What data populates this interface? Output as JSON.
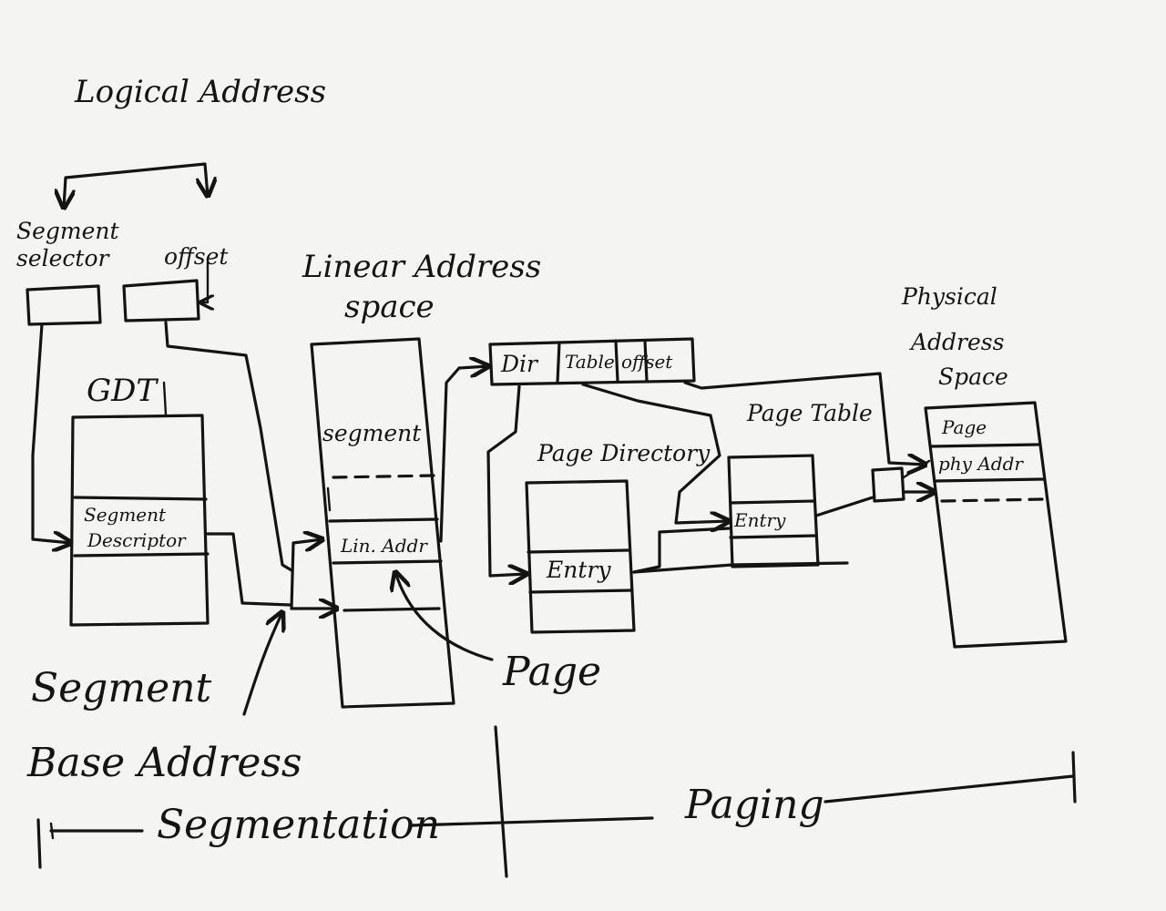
{
  "labels": {
    "logical_address": "Logical Address",
    "segment_selector_1": "Segment",
    "segment_selector_2": "selector",
    "offset": "offset",
    "linear_address_space_1": "Linear Address",
    "linear_address_space_2": "space",
    "gdt": "GDT",
    "segment_in_linear": "segment",
    "segment_descriptor_1": "Segment",
    "segment_descriptor_2": "Descriptor",
    "lin_addr": "Lin. Addr",
    "dir": "Dir",
    "table": "Table",
    "offset_field": "offset",
    "page_directory": "Page Directory",
    "page_table": "Page Table",
    "entry_directory": "Entry",
    "entry_table": "Entry",
    "physical_address_space_1": "Physical",
    "physical_address_space_2": "Address",
    "physical_address_space_3": "Space",
    "page_in_physical": "Page",
    "phy_addr": "phy Addr",
    "page_pointer": "Page",
    "segment_base_address_1": "Segment",
    "segment_base_address_2": "Base Address",
    "segmentation": "Segmentation",
    "paging": "Paging"
  },
  "colors": {
    "ink": "#141414",
    "paper": "#f4f4f2"
  }
}
